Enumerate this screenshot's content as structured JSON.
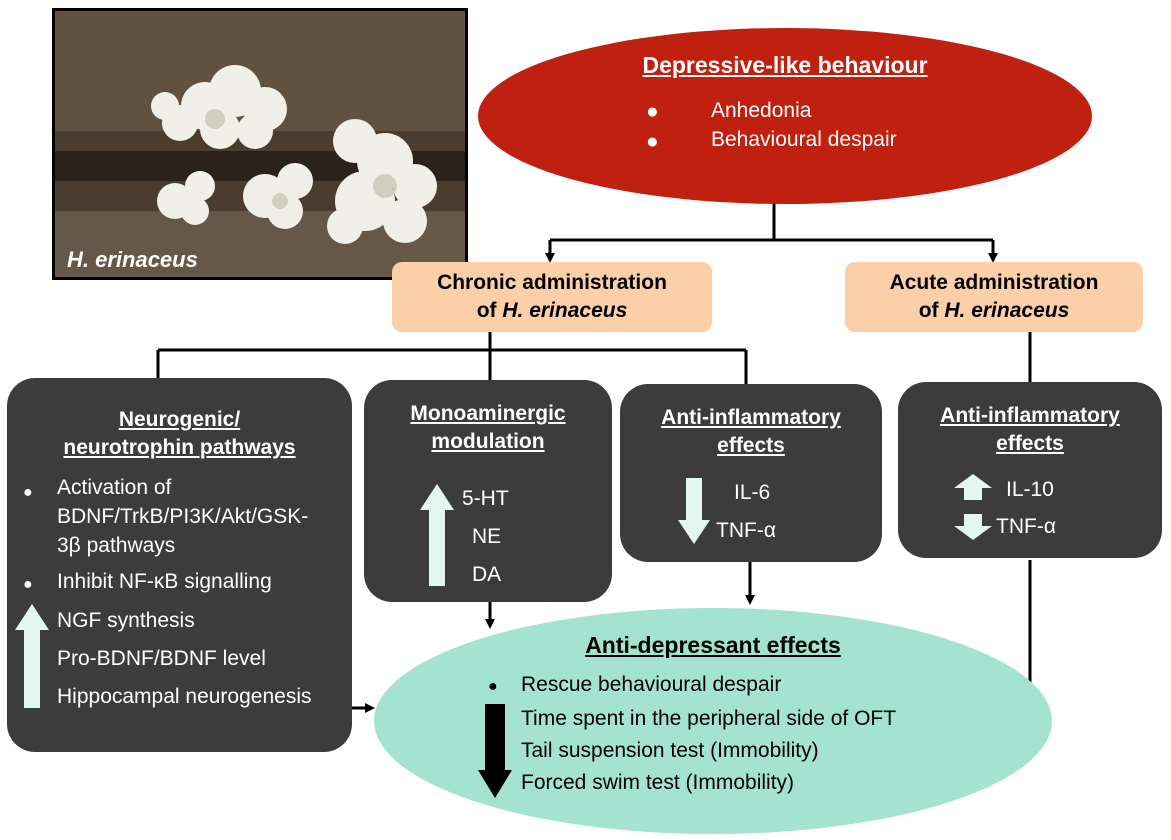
{
  "photo": {
    "caption": "H. erinaceus"
  },
  "depressive": {
    "title": "Depressive-like behaviour",
    "items": [
      "Anhedonia",
      "Behavioural despair"
    ],
    "color": "#c0200f"
  },
  "chronic": {
    "line1": "Chronic administration",
    "line2_prefix": "of ",
    "line2_italic": "H. erinaceus"
  },
  "acute": {
    "line1": "Acute administration",
    "line2_prefix": "of ",
    "line2_italic": "H. erinaceus"
  },
  "neurogenic": {
    "title_line1": "Neurogenic/",
    "title_line2": "neurotrophin pathways",
    "bullet1_lines": [
      "Activation of",
      "BDNF/TrkB/PI3K/Akt/GSK-",
      "3β pathways"
    ],
    "bullet2": "Inhibit NF-κB signalling",
    "up_items": [
      "NGF synthesis",
      "Pro-BDNF/BDNF level",
      "Hippocampal neurogenesis"
    ]
  },
  "monoaminergic": {
    "title_line1": "Monoaminergic",
    "title_line2": "modulation",
    "up_items": [
      "5-HT",
      "NE",
      "DA"
    ]
  },
  "anti_inflam_chronic": {
    "title_line1": "Anti-inflammatory",
    "title_line2": "effects",
    "down_items": [
      "IL-6",
      "TNF-α"
    ]
  },
  "anti_inflam_acute": {
    "title_line1": "Anti-inflammatory",
    "title_line2": "effects",
    "up_item": "IL-10",
    "down_item": "TNF-α"
  },
  "antidepressant": {
    "title": "Anti-depressant effects",
    "bullet": "Rescue behavioural despair",
    "down_items": [
      "Time spent in the peripheral side of OFT",
      "Tail suspension test (Immobility)",
      "Forced swim test (Immobility)"
    ],
    "color": "#a3e3cf"
  },
  "colors": {
    "dark_box": "#3c3c3c",
    "admin_box": "#fbd0a8",
    "arrow_light": "#e3f6f0"
  }
}
